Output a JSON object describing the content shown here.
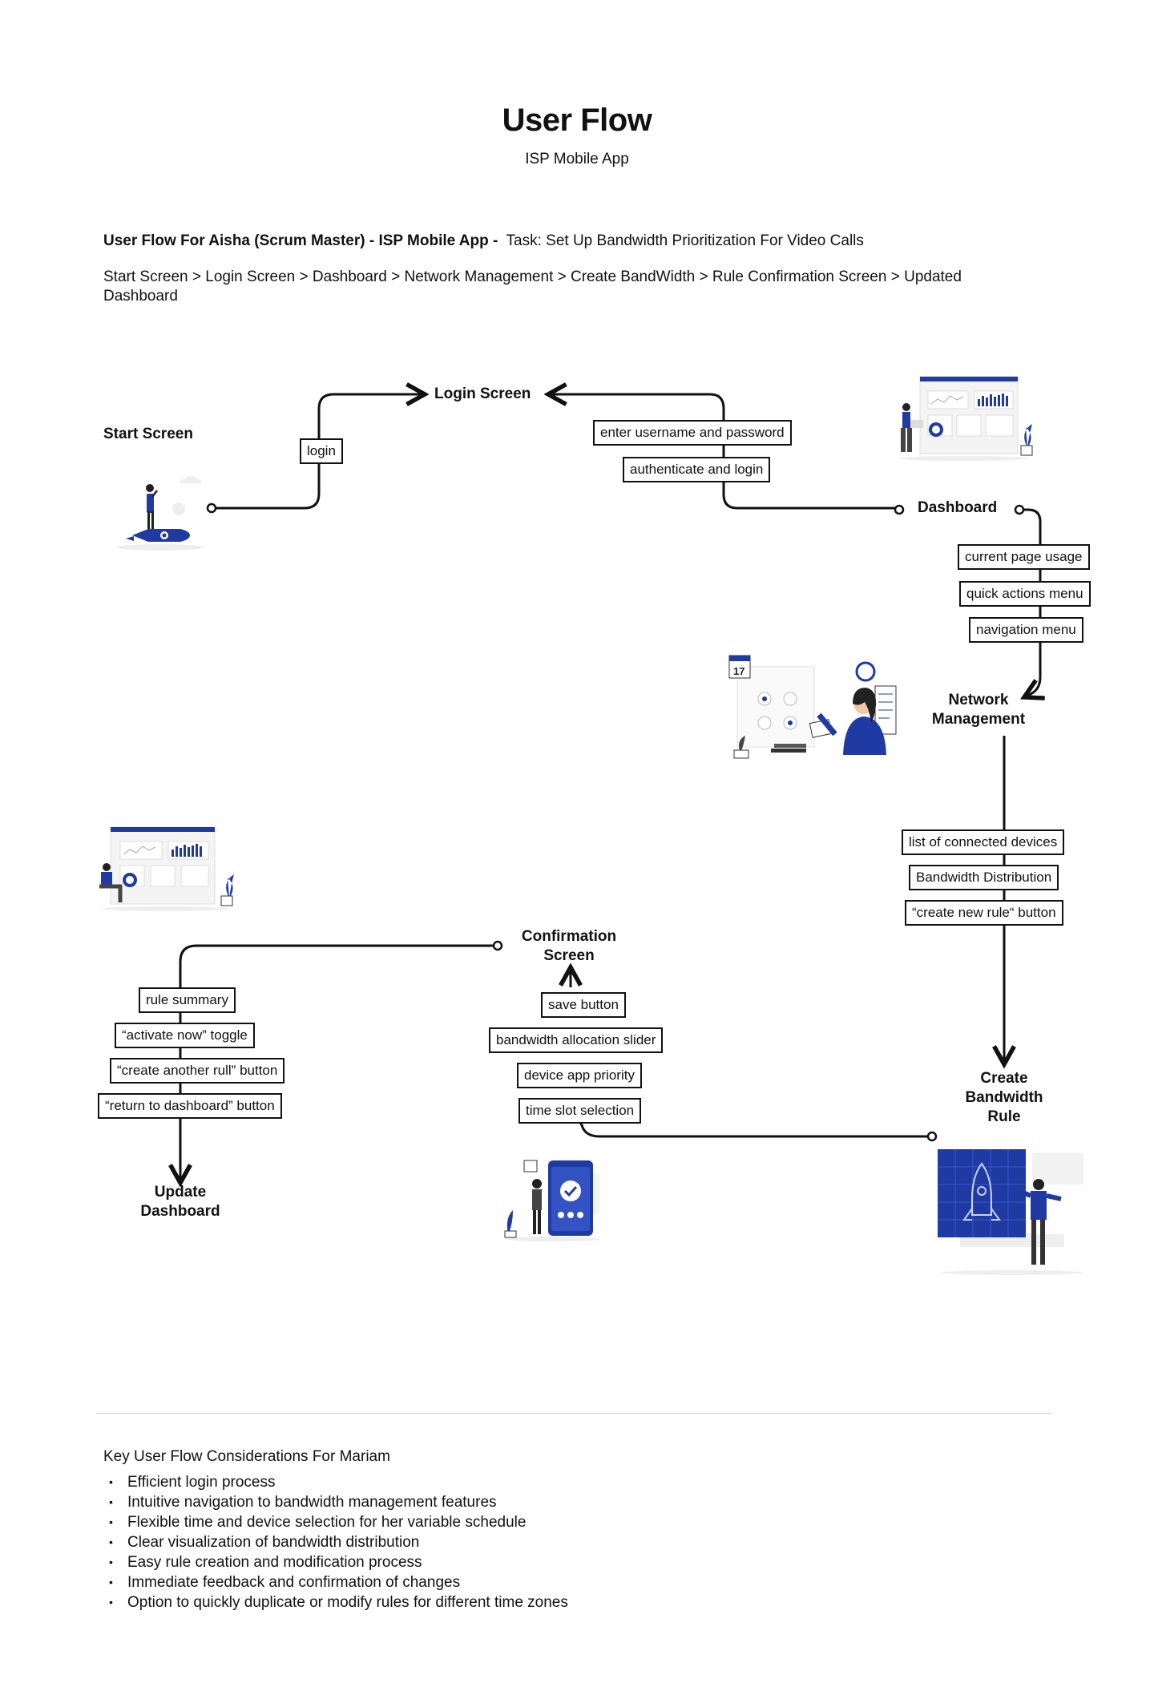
{
  "header": {
    "title": "User Flow",
    "subtitle": "ISP Mobile App"
  },
  "intro": {
    "flow_for": "User Flow For Aisha (Scrum Master) - ISP Mobile App -",
    "task": "Task: Set Up Bandwidth Prioritization For Video Calls",
    "path": "Start Screen > Login Screen > Dashboard > Network Management > Create BandWidth > Rule Confirmation Screen > Updated Dashboard"
  },
  "nodes": {
    "start": "Start Screen",
    "login": "Login Screen",
    "dashboard": "Dashboard",
    "network_1": "Network",
    "network_2": "Management",
    "create_1": "Create",
    "create_2": "Bandwidth",
    "create_3": "Rule",
    "confirm_1": "Confirmation",
    "confirm_2": "Screen",
    "update_1": "Update",
    "update_2": "Dashboard"
  },
  "actions": {
    "login": "login",
    "enter_credentials": "enter username and password",
    "authenticate": "authenticate and login",
    "current_usage": "current page usage",
    "quick_actions": "quick actions menu",
    "navigation": "navigation menu",
    "connected_devices": "list of connected devices",
    "bandwidth_distribution": "Bandwidth Distribution",
    "create_rule_button": "“create new rule“ button",
    "save_button": "save button",
    "allocation_slider": "bandwidth allocation slider",
    "device_priority": "device app priority",
    "time_slot": "time slot selection",
    "rule_summary": "rule summary",
    "activate_toggle": "“activate now” toggle",
    "create_another": "“create another rull” button",
    "return_dashboard": "“return to dashboard” button"
  },
  "considerations": {
    "title": "Key User Flow Considerations For Mariam",
    "items": [
      "Efficient login process",
      "Intuitive navigation to bandwidth management features",
      "Flexible time and device selection for her variable schedule",
      "Clear visualization of bandwidth distribution",
      "Easy rule creation and modification process",
      "Immediate feedback and confirmation of changes",
      "Option to quickly duplicate or modify rules for different time zones"
    ]
  },
  "colors": {
    "accent": "#1f3aa3",
    "line": "#111111",
    "divider": "#cfcfcf"
  }
}
